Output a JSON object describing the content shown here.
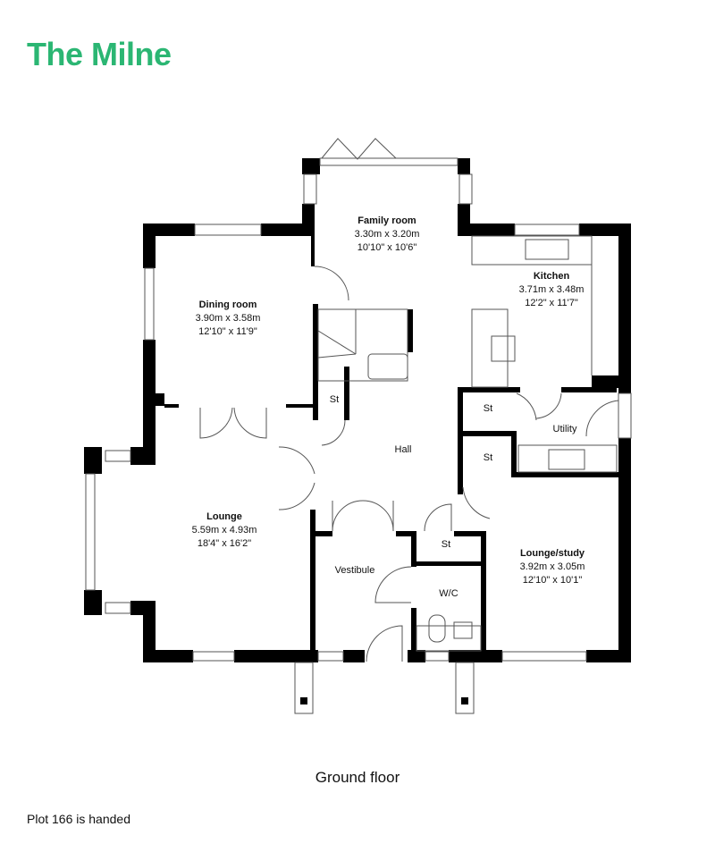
{
  "header": {
    "title": "The Milne"
  },
  "colors": {
    "brand": "#2bb673",
    "wall": "#000000",
    "fixture": "#888888"
  },
  "rooms": {
    "family_room": {
      "name": "Family room",
      "metric": "3.30m x 3.20m",
      "imperial": "10'10\" x 10'6\""
    },
    "dining_room": {
      "name": "Dining room",
      "metric": "3.90m x 3.58m",
      "imperial": "12'10\" x 11'9\""
    },
    "kitchen": {
      "name": "Kitchen",
      "metric": "3.71m x 3.48m",
      "imperial": "12'2\" x 11'7\""
    },
    "lounge": {
      "name": "Lounge",
      "metric": "5.59m x 4.93m",
      "imperial": "18'4\" x 16'2\""
    },
    "lounge_study": {
      "name": "Lounge/study",
      "metric": "3.92m x 3.05m",
      "imperial": "12'10\" x 10'1\""
    }
  },
  "minor_rooms": {
    "hall": "Hall",
    "utility": "Utility",
    "vestibule": "Vestibule",
    "wc": "W/C",
    "store_stairs": "St",
    "store_utility_top": "St",
    "store_utility_bottom": "St",
    "store_vestibule": "St"
  },
  "footer": {
    "floor_caption": "Ground floor",
    "handed_note": "Plot 166 is handed"
  }
}
